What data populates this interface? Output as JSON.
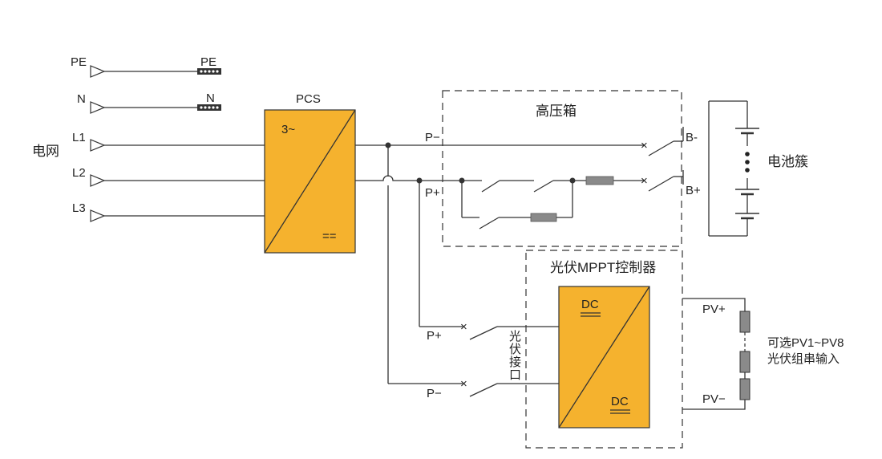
{
  "colors": {
    "converter_fill": "#F5B22E",
    "line": "#333333",
    "fuse": "#8A8A8A",
    "background": "#FFFFFF"
  },
  "grid": {
    "label": "电网",
    "pe": "PE",
    "n": "N",
    "l1": "L1",
    "l2": "L2",
    "l3": "L3",
    "pe_terminal": "PE",
    "n_terminal": "N"
  },
  "pcs": {
    "title": "PCS",
    "ac_symbol": "3~",
    "dc_symbol": "=="
  },
  "hv_box": {
    "title": "高压箱",
    "p_minus": "P−",
    "p_plus": "P+",
    "b_minus": "B-",
    "b_plus": "B+"
  },
  "battery": {
    "label": "电池簇"
  },
  "mppt": {
    "title": "光伏MPPT控制器",
    "dc_in": "DC",
    "dc_out": "DC",
    "p_plus": "P+",
    "p_minus": "P−",
    "interface_label": [
      "光",
      "伏",
      "接",
      "口"
    ]
  },
  "pv": {
    "pv_plus": "PV+",
    "pv_minus": "PV−",
    "desc_line1": "可选PV1~PV8",
    "desc_line2": "光伏组串输入"
  }
}
